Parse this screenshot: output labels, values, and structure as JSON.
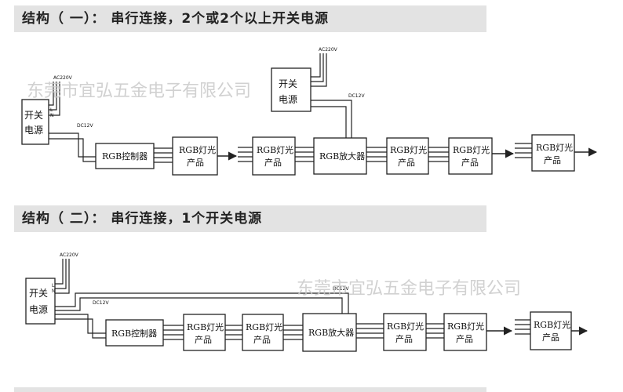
{
  "section1": {
    "title": "结构（ 一）： 串行连接，2个或2个以上开关电源",
    "watermark": "东莞市宜弘五金电子有限公司",
    "psu_left": {
      "line1": "开关",
      "line2": "电源",
      "ac": "AC220V",
      "dc": "DC12V",
      "pin_l": "L",
      "pin_n": "N"
    },
    "psu_top": {
      "line1": "开关",
      "line2": "电源",
      "ac": "AC220V",
      "dc": "DC12V"
    },
    "controller": "RGB控制器",
    "amplifier": "RGB放大器",
    "product_line1": "RGB灯光",
    "product_line2": "产品"
  },
  "section2": {
    "title": "结构（ 二）： 串行连接，1个开关电源",
    "watermark": "东莞市宜弘五金电子有限公司",
    "psu": {
      "line1": "开关",
      "line2": "电源",
      "ac": "AC220V",
      "dc": "DC12V",
      "dc_right": "DC12V",
      "pin_l": "L",
      "pin_n": "N"
    },
    "controller": "RGB控制器",
    "amplifier": "RGB放大器",
    "product_line1": "RGB灯光",
    "product_line2": "产品"
  },
  "colors": {
    "banner": "#e3e3e3",
    "line": "#222222",
    "watermark": "#c9c9c9"
  }
}
